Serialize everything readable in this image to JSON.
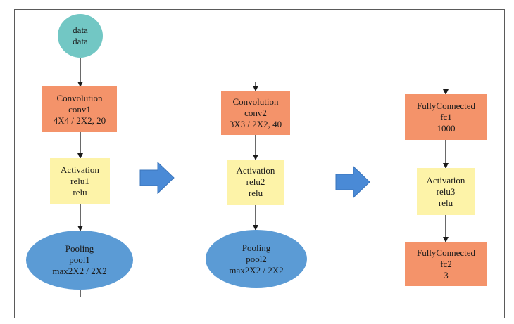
{
  "colors": {
    "conv": "#f4936a",
    "activation": "#fdf3a8",
    "pooling": "#5b9bd5",
    "data": "#72c7c4",
    "flow_arrow": "#4a8ad6",
    "edge": "#1a1a1a"
  },
  "stage1": {
    "data": {
      "line1": "data",
      "line2": "data"
    },
    "conv1": {
      "type": "Convolution",
      "name": "conv1",
      "params": "4X4 / 2X2, 20"
    },
    "relu1": {
      "type": "Activation",
      "name": "relu1",
      "fn": "relu"
    },
    "pool1": {
      "type": "Pooling",
      "name": "pool1",
      "params": "max2X2 / 2X2"
    }
  },
  "stage2": {
    "conv2": {
      "type": "Convolution",
      "name": "conv2",
      "params": "3X3 / 2X2, 40"
    },
    "relu2": {
      "type": "Activation",
      "name": "relu2",
      "fn": "relu"
    },
    "pool2": {
      "type": "Pooling",
      "name": "pool2",
      "params": "max2X2 / 2X2"
    }
  },
  "stage3": {
    "fc1": {
      "type": "FullyConnected",
      "name": "fc1",
      "units": "1000"
    },
    "relu3": {
      "type": "Activation",
      "name": "relu3",
      "fn": "relu"
    },
    "fc2": {
      "type": "FullyConnected",
      "name": "fc2",
      "units": "3"
    }
  }
}
